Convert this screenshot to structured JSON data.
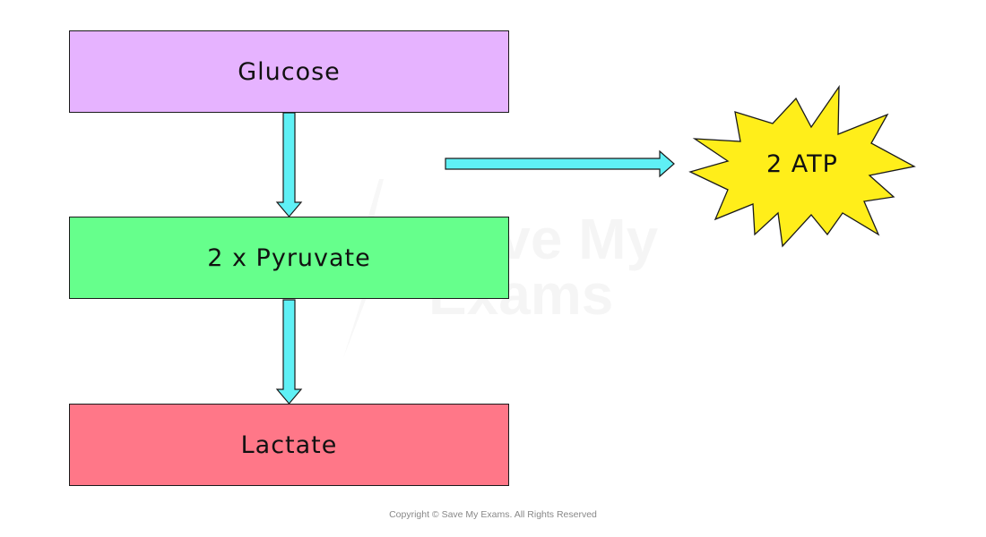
{
  "boxes": {
    "glucose": {
      "label": "Glucose",
      "color": "#e6b3ff"
    },
    "pyruvate": {
      "label": "2 x Pyruvate",
      "color": "#66ff8c"
    },
    "lactate": {
      "label": "Lactate",
      "color": "#ff7788"
    }
  },
  "atp": {
    "label": "2 ATP",
    "color": "#ffee1a"
  },
  "arrow_color": "#5ff0f5",
  "watermark": {
    "line1": "Save My",
    "line2": "Exams"
  },
  "copyright": "Copyright © Save My Exams. All Rights Reserved"
}
